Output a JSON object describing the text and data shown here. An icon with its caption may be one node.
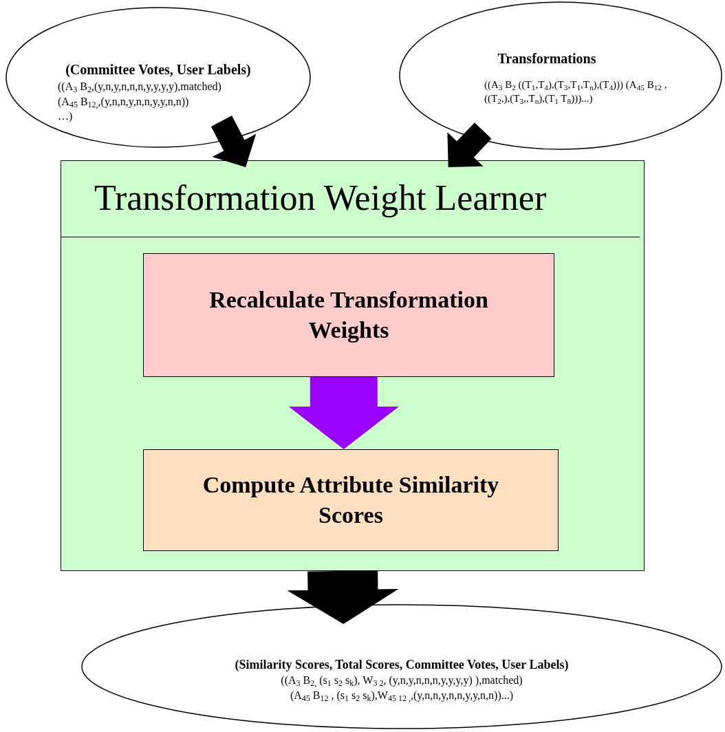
{
  "diagram": {
    "nodes": [
      {
        "text": [
          "(Committee Votes, User Labels)",
          "((A$_{3}$ B$_{2}$,(y,n,y,n,n,n,y,y,y,y),matched)",
          "(A$_{45}$ B$_{12,}$,(y,n,n,y,n,n,y,y,n,n))",
          "…)"
        ]
      },
      {
        "text": [
          "Transformations",
          "((A$_{3}$ B$_{2}$ ((T$_{1}$,T$_{4}$),(T$_{3}$,T$_{1}$,T$_{n}$),(T$_{4}$))) (A$_{45}$ B$_{12}$ , ((T$_{2}$,),(T$_{3}$,,T$_{n}$),(T$_{1}$ T$_{8}$)))...)"
        ]
      },
      {
        "text": [
          "Transformation Weight Learner"
        ]
      },
      {
        "text": [
          "Recalculate Transformation Weights"
        ],
        "in": 2
      },
      {
        "text": [
          "Compute Attribute Similarity Scores"
        ],
        "in": 2
      },
      {
        "text": [
          "(Similarity Scores, Total Scores, Committee Votes, User Labels)",
          "((A$_{3}$ B$_{2,}$  (s$_{1}$ s$_{2}$ s$_{k}$), W$_{3 2}$, (y,n,y,n,n,n,y,y,y,y) ),matched)",
          "(A$_{45}$ B$_{12}$ , (s$_{1}$ s$_{2}$ s$_{k}$),W$_{45 12 ,}$,(y,n,n,y,n,n,y,y,n,n))...)"
        ]
      }
    ],
    "edges": [
      {
        "from": 0,
        "to": 2,
        "arrow": "to",
        "style": "thick"
      },
      {
        "from": 1,
        "to": 2,
        "arrow": "to",
        "style": "thick"
      },
      {
        "from": 3,
        "to": 4,
        "arrow": "to",
        "style": "thick",
        "color": "#9900ff"
      },
      {
        "from": 2,
        "to": 5,
        "arrow": "to",
        "style": "thick"
      }
    ]
  }
}
